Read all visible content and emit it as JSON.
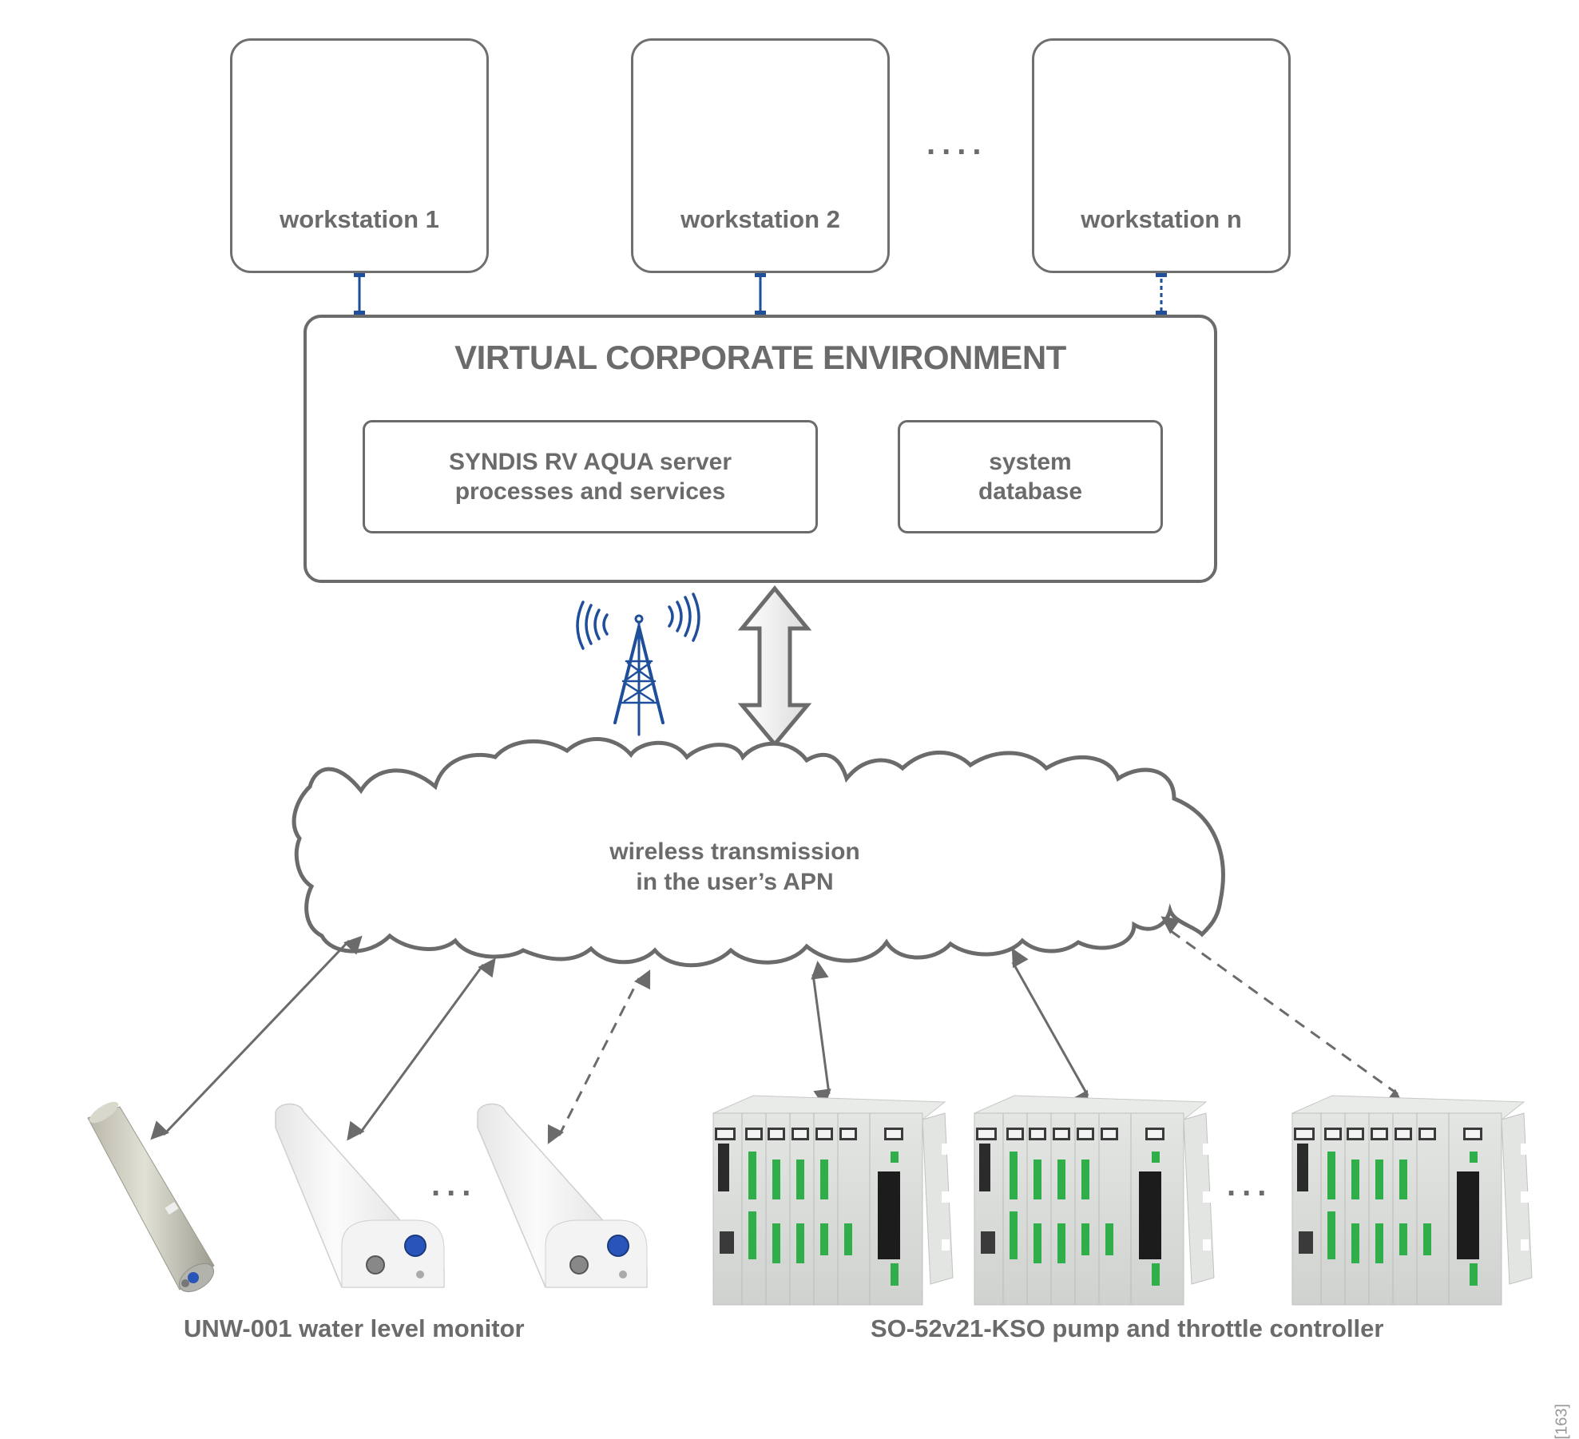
{
  "workstations": [
    {
      "label": "workstation 1",
      "connection": "solid"
    },
    {
      "label": "workstation 2",
      "connection": "solid"
    },
    {
      "label": "workstation n",
      "connection": "dashed"
    }
  ],
  "workstation_ellipsis": "....",
  "vce": {
    "title": "VIRTUAL CORPORATE ENVIRONMENT",
    "server_box": {
      "line1": "SYNDIS RV AQUA server",
      "line2": "processes and services"
    },
    "database_box": {
      "line1": "system",
      "line2": "database"
    }
  },
  "cloud": {
    "line1": "wireless transmission",
    "line2": "in the user’s APN"
  },
  "devices": {
    "monitors": {
      "caption": "UNW-001 water level monitor",
      "units": [
        {
          "name": "stainless-probe",
          "connection": "solid"
        },
        {
          "name": "white-enclosure-1",
          "connection": "solid"
        },
        {
          "name": "white-enclosure-n",
          "connection": "dashed"
        }
      ],
      "ellipsis": "..."
    },
    "controllers": {
      "caption": "SO-52v21-KSO pump and throttle controller",
      "units": [
        {
          "name": "controller-1",
          "connection": "solid"
        },
        {
          "name": "controller-2",
          "connection": "solid"
        },
        {
          "name": "controller-n",
          "connection": "dashed"
        }
      ],
      "ellipsis": "..."
    }
  },
  "page_reference": "[163]",
  "colors": {
    "line_gray": "#6b6b6b",
    "accent_blue": "#1f4e9a",
    "arrow_fill": "#f0f0f0"
  }
}
